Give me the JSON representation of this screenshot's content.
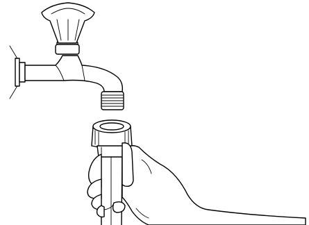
{
  "diagram": {
    "components": [
      {
        "id": "faucet",
        "icon": "faucet-icon"
      },
      {
        "id": "faucet-handle",
        "icon": "faucet-handle-icon"
      },
      {
        "id": "threaded-spout",
        "icon": "threaded-spout-icon"
      },
      {
        "id": "hose-coupling",
        "icon": "hose-coupling-icon"
      },
      {
        "id": "hose",
        "icon": "hose-icon"
      },
      {
        "id": "hand",
        "icon": "hand-icon"
      }
    ],
    "style": {
      "line_color": "#000000",
      "background": "#ffffff"
    }
  }
}
